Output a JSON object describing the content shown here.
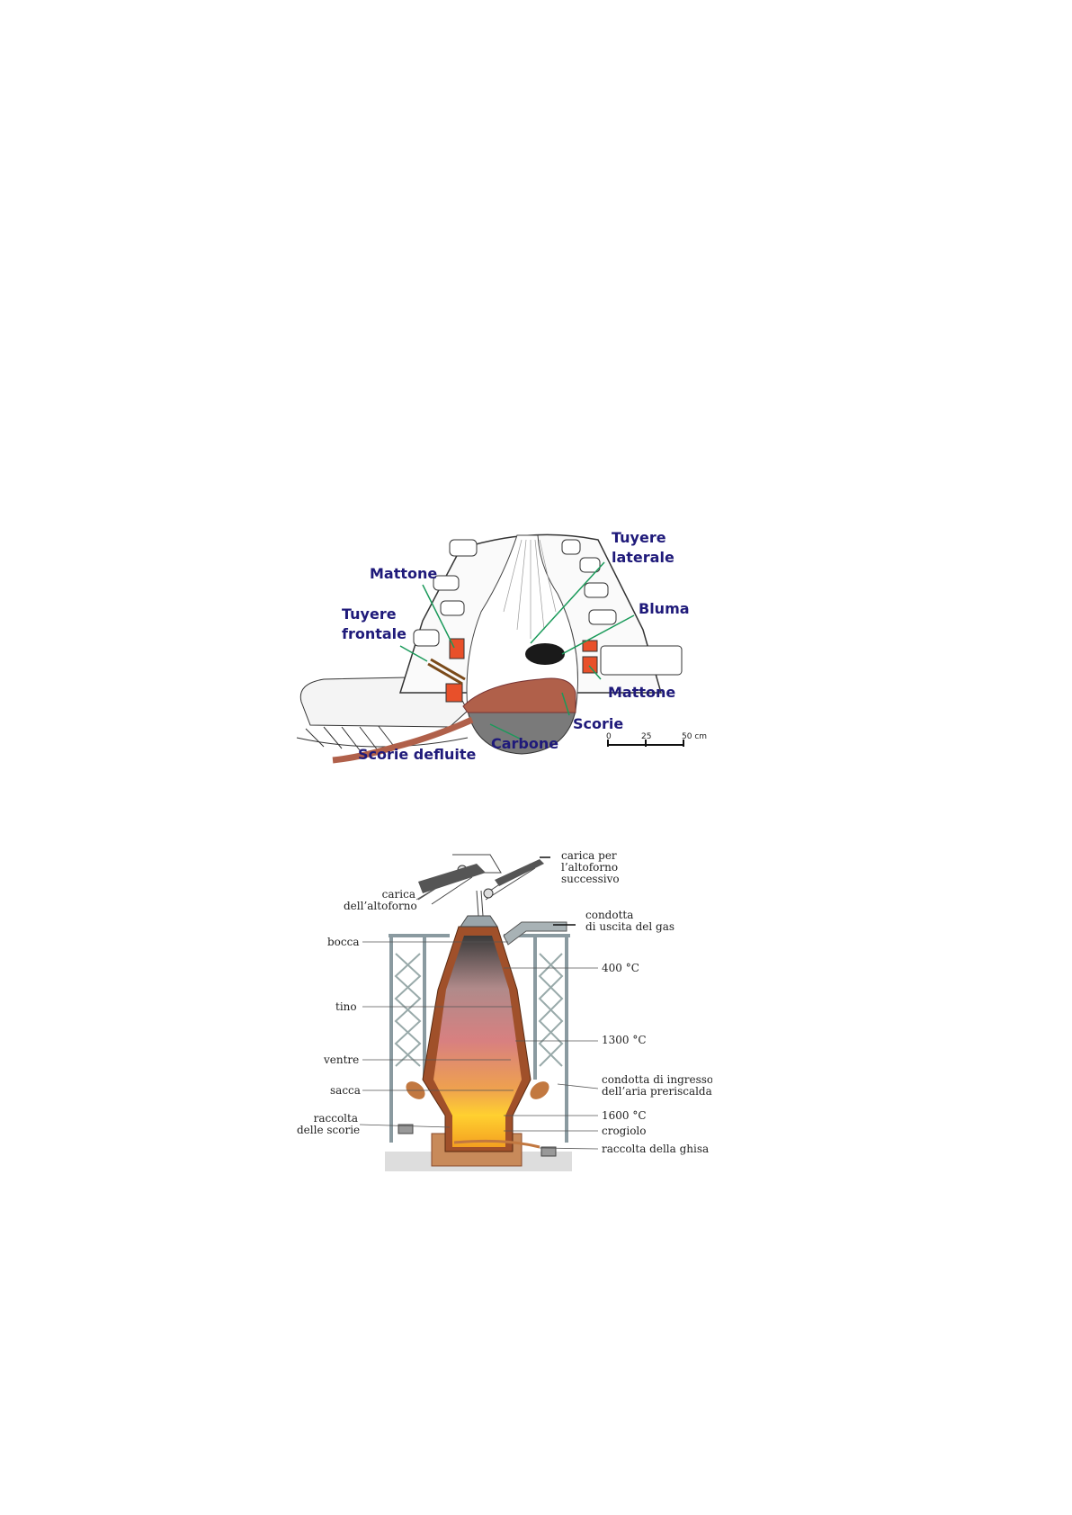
{
  "figure1": {
    "labels": {
      "tuyere_laterale": [
        "Tuyere",
        "laterale"
      ],
      "mattone_top": "Mattone",
      "bluma": "Bluma",
      "tuyere_frontale": [
        "Tuyere",
        "frontale"
      ],
      "mattone_right": "Mattone",
      "scorie": "Scorie",
      "carbone": "Carbone",
      "scorie_defluite": "Scorie defluite"
    },
    "scale_bar": {
      "ticks": [
        "0",
        "25",
        "50 cm"
      ]
    },
    "colors": {
      "label": "#1f1a7a",
      "leader": "#1a9a5a",
      "brick": "#e8502a",
      "slag": "#b0604a"
    }
  },
  "figure2": {
    "left_labels": {
      "carica": [
        "carica",
        "dell’altoforno"
      ],
      "bocca": "bocca",
      "tino": "tino",
      "ventre": "ventre",
      "sacca": "sacca",
      "raccolta_scorie": [
        "raccolta",
        "delle scorie"
      ]
    },
    "right_labels": {
      "carica_successivo": [
        "carica per",
        "l’altoforno",
        "successivo"
      ],
      "condotta_gas": [
        "condotta",
        "di uscita del gas"
      ],
      "t400": "400 °C",
      "t1300": "1300 °C",
      "condotta_aria": [
        "condotta di ingresso",
        "dell’aria preriscaldata"
      ],
      "t1600": "1600 °C",
      "crogiolo": "crogiolo",
      "raccolta_ghisa": "raccolta della ghisa"
    }
  }
}
